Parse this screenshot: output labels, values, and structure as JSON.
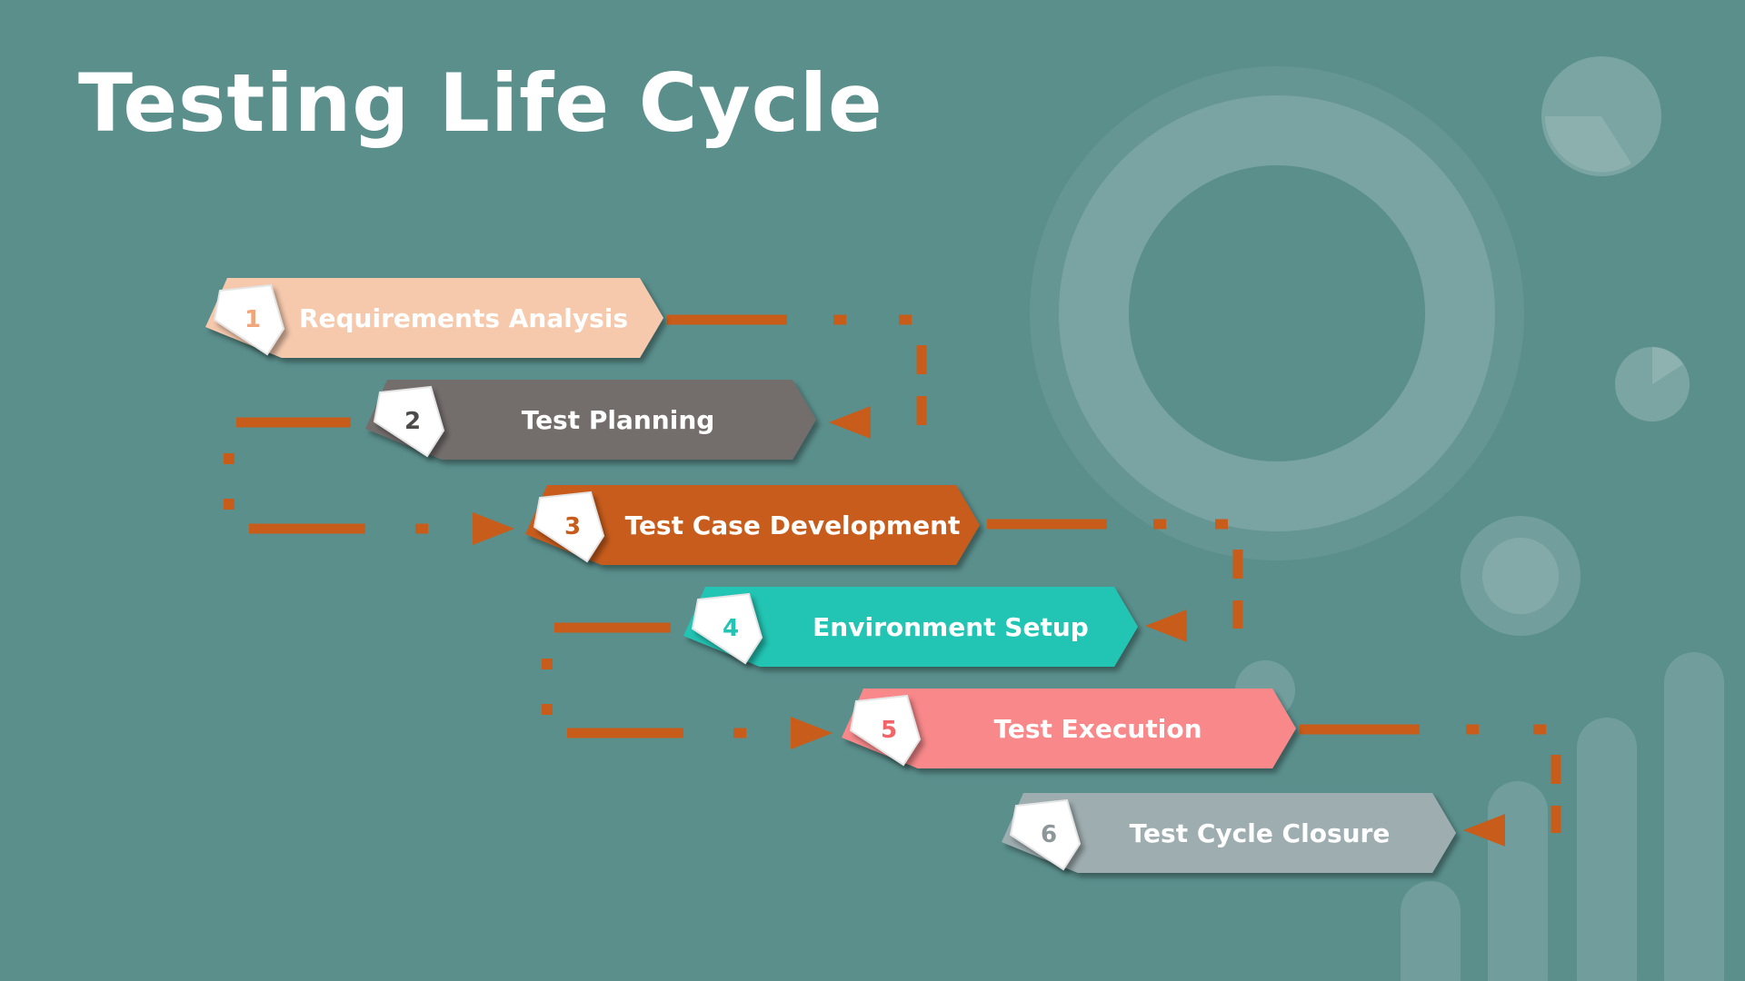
{
  "title": "Testing Life Cycle",
  "steps": [
    {
      "number": "1",
      "label": "Requirements Analysis",
      "color": "#f6c9ad",
      "text_color": "#ffffff",
      "num_color": "#f1a57b"
    },
    {
      "number": "2",
      "label": "Test Planning",
      "color": "#736d6c",
      "text_color": "#ffffff",
      "num_color": "#4d4a4a"
    },
    {
      "number": "3",
      "label": "Test Case Development",
      "color": "#c85c1a",
      "text_color": "#ffffff",
      "num_color": "#c85c1a"
    },
    {
      "number": "4",
      "label": "Environment Setup",
      "color": "#22c4b3",
      "text_color": "#ffffff",
      "num_color": "#22c4b3"
    },
    {
      "number": "5",
      "label": "Test Execution",
      "color": "#f8888a",
      "text_color": "#ffffff",
      "num_color": "#f26468"
    },
    {
      "number": "6",
      "label": "Test Cycle Closure",
      "color": "#9eadb0",
      "text_color": "#ffffff",
      "num_color": "#8d9799"
    }
  ],
  "connector_color": "#c85c1a",
  "background_color": "#5a8f8c"
}
